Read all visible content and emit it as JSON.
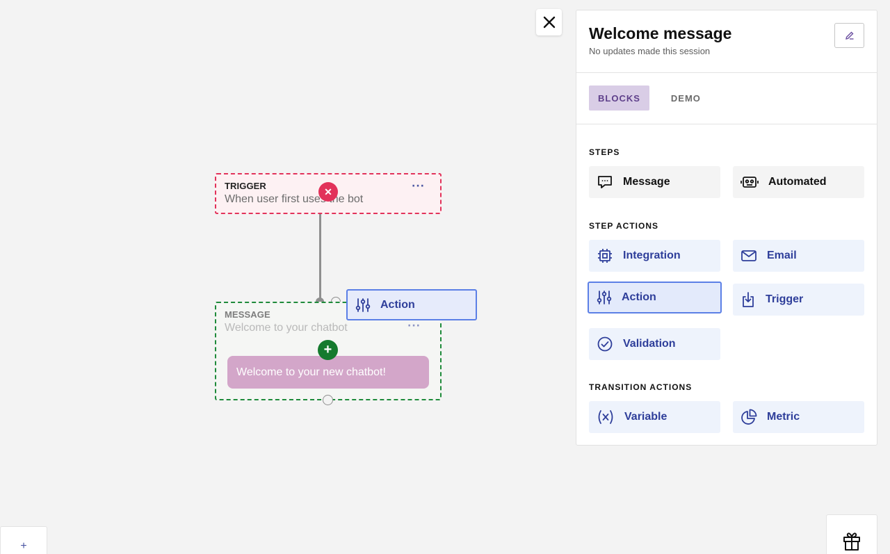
{
  "canvas": {
    "trigger_node": {
      "title": "TRIGGER",
      "subtitle": "When user first uses the bot",
      "more": "···"
    },
    "message_node": {
      "title": "MESSAGE",
      "subtitle": "Welcome to your chatbot",
      "more": "···",
      "bubble_text": "Welcome to your new chatbot!"
    },
    "delete_symbol": "✕",
    "add_symbol": "+",
    "drag_ghost_label": "Action"
  },
  "panel": {
    "title": "Welcome message",
    "subtitle": "No updates made this session",
    "tabs": [
      {
        "label": "BLOCKS",
        "active": true
      },
      {
        "label": "DEMO",
        "active": false
      }
    ],
    "steps_label": "STEPS",
    "steps": [
      {
        "label": "Message",
        "icon": "speech-bubble-icon"
      },
      {
        "label": "Automated",
        "icon": "robot-icon"
      }
    ],
    "step_actions_label": "STEP ACTIONS",
    "step_actions": [
      {
        "label": "Integration",
        "icon": "chip-icon"
      },
      {
        "label": "Email",
        "icon": "envelope-icon"
      },
      {
        "label": "Action",
        "icon": "sliders-icon",
        "selected": true
      },
      {
        "label": "Trigger",
        "icon": "tap-icon"
      },
      {
        "label": "Validation",
        "icon": "check-circle-icon"
      }
    ],
    "transition_actions_label": "TRANSITION ACTIONS",
    "transition_actions": [
      {
        "label": "Variable",
        "icon": "variable-icon"
      },
      {
        "label": "Metric",
        "icon": "pie-chart-icon"
      }
    ]
  },
  "bottom": {
    "add_page_symbol": "+"
  },
  "colors": {
    "trigger_border": "#e2325a",
    "message_border": "#1e8a3a",
    "accent_blue": "#2e3e9a",
    "selected_border": "#5b7fe6",
    "tab_active_bg": "#d9cde6"
  }
}
